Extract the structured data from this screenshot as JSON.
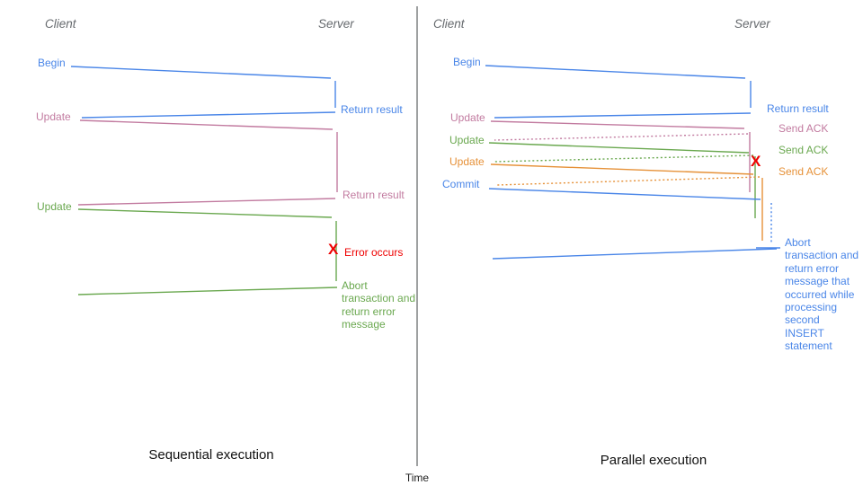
{
  "time_axis": {
    "label": "Time"
  },
  "colors": {
    "blue": "#4a86e8",
    "pink": "#c27ba0",
    "green": "#6aa84f",
    "orange": "#e69138",
    "red": "#ee0000",
    "header_gray": "#666a6e"
  },
  "left": {
    "title": "Sequential execution",
    "client_header": "Client",
    "server_header": "Server",
    "begin": "Begin",
    "return_result_1": "Return result",
    "update_1": "Update",
    "return_result_2": "Return result",
    "update_2": "Update",
    "error_x": "X",
    "error_label": "Error occurs",
    "abort_label": "Abort transaction and return error message"
  },
  "right": {
    "title": "Parallel execution",
    "client_header": "Client",
    "server_header": "Server",
    "begin": "Begin",
    "return_result": "Return result",
    "update_1": "Update",
    "send_ack_1": "Send ACK",
    "update_2": "Update",
    "send_ack_2": "Send ACK",
    "update_3": "Update",
    "send_ack_3": "Send ACK",
    "commit": "Commit",
    "error_x": "X",
    "abort_label": "Abort transaction and return error message that occurred while processing second INSERT statement"
  }
}
